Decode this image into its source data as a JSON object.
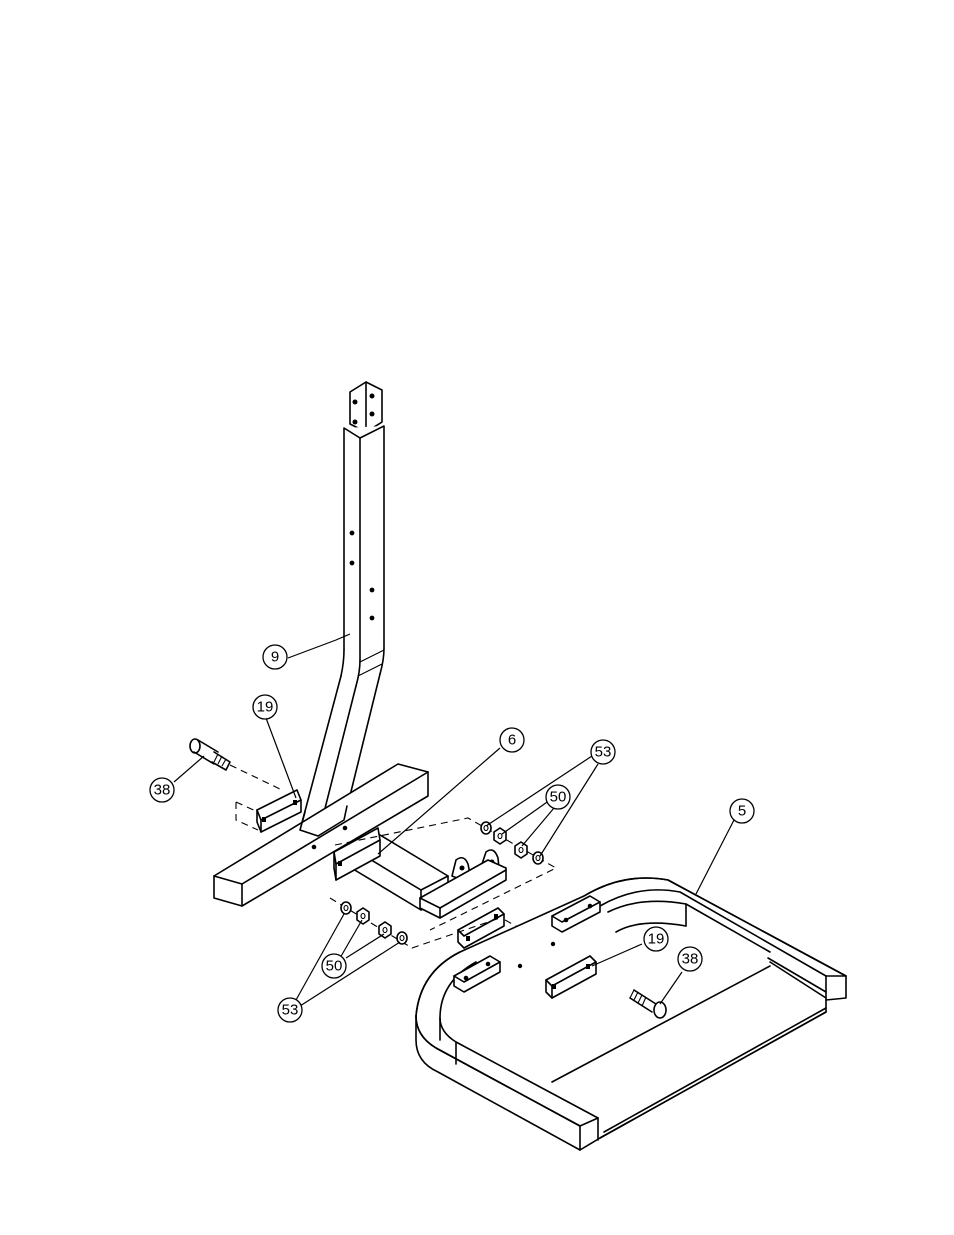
{
  "callouts": {
    "c9": "9",
    "c19a": "19",
    "c38a": "38",
    "c6": "6",
    "c53a": "53",
    "c50a": "50",
    "c5": "5",
    "c19b": "19",
    "c38b": "38",
    "c50b": "50",
    "c53b": "53"
  }
}
